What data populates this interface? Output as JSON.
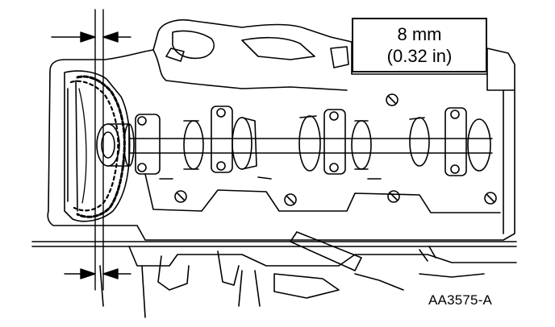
{
  "callout": {
    "measurement_mm": "8 mm",
    "measurement_in": "(0.32 in)"
  },
  "figure_id": "AA3575-A",
  "colors": {
    "ink": "#000000",
    "paper": "#ffffff"
  }
}
